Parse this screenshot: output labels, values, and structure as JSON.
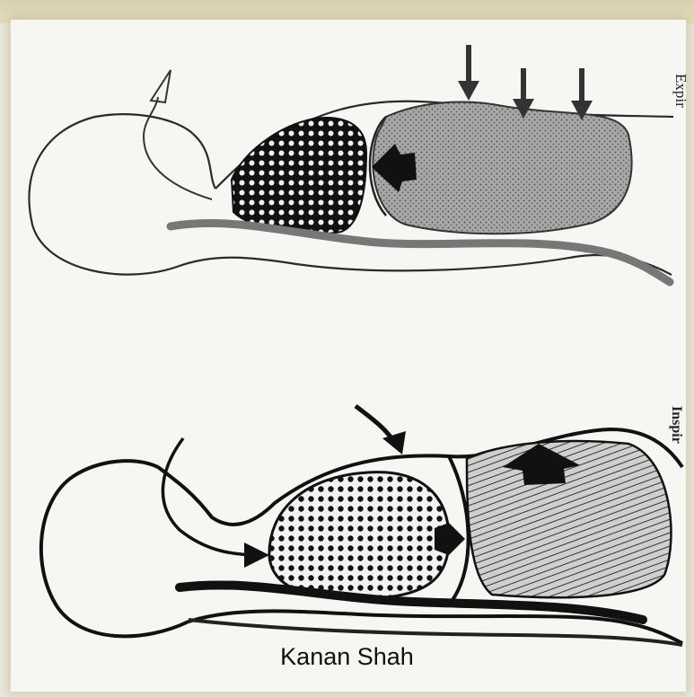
{
  "diagram": {
    "top_panel_label": "Expir",
    "bottom_panel_label": "Inspir",
    "author": "Kanan Shah"
  },
  "colors": {
    "ink": "#1a1a1a",
    "paper": "#f6f6f2",
    "shaded_gray": "#8a8a8a",
    "frame_glow": "#d6cba0"
  }
}
